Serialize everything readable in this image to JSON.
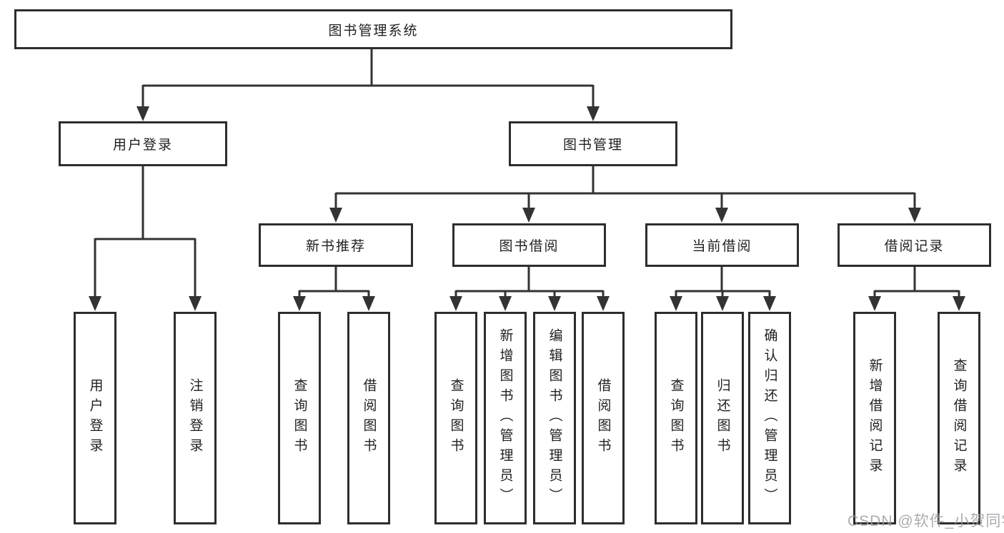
{
  "nodes": {
    "root": "图书管理系统",
    "user_login": "用户登录",
    "book_mgmt": "图书管理",
    "new_book_rec": "新书推荐",
    "book_borrow": "图书借阅",
    "current_borrow": "当前借阅",
    "borrow_records": "借阅记录",
    "leaf_user_login": "用户登录",
    "leaf_logout": "注销登录",
    "rec_query_books": "查询图书",
    "rec_borrow_books": "借阅图书",
    "bb_query_books": "查询图书",
    "bb_add_books": "新增图书（管理员）",
    "bb_edit_books": "编辑图书（管理员）",
    "bb_borrow_books": "借阅图书",
    "cb_query_books": "查询图书",
    "cb_return_books": "归还图书",
    "cb_confirm_return": "确认归还（管理员）",
    "br_add_record": "新增借阅记录",
    "br_query_record": "查询借阅记录"
  },
  "colors": {
    "line": "#333333",
    "box_border": "#2d2d2d",
    "text": "#1f1f1f",
    "watermark_gray": "#9e9ea3"
  },
  "watermark": "CSDN @软件_小贺同学"
}
